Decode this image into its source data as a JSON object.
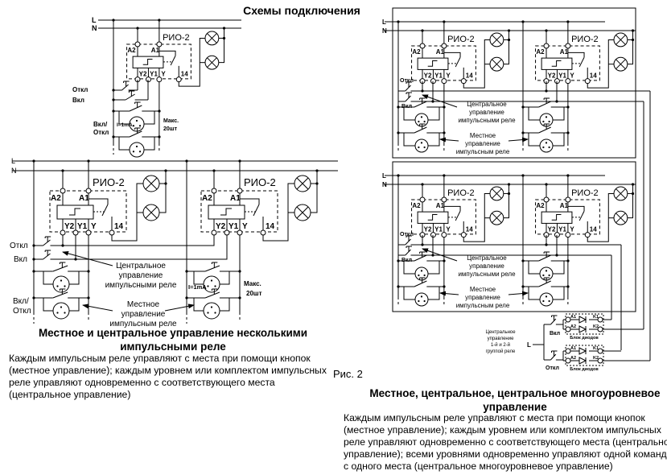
{
  "title": "Схемы подключения",
  "labels": {
    "L": "L",
    "N": "N",
    "relay": "РИО-2",
    "A2": "A2",
    "A1": "A1",
    "Y2": "Y2",
    "Y1": "Y1",
    "Y": "Y",
    "t14": "14",
    "off": "Откл",
    "on": "Вкл",
    "onoff1": "Вкл/",
    "onoff2": "Откл",
    "current": "I=1mA",
    "max1": "Макс.",
    "max2": "20шт",
    "K1": "K1",
    "K2": "K2",
    "diode_block": "Блок диодов"
  },
  "annotations": {
    "central": [
      "Центральное",
      "управление",
      "импульсными реле"
    ],
    "local": [
      "Местное",
      "управление",
      "импульсным реле"
    ],
    "group": [
      "Центральное",
      "управление",
      "1-й и 2-й",
      "группой реле"
    ]
  },
  "figure_label": "Рис. 2",
  "left_caption": {
    "title": [
      "Местное и центральное управление несколькими",
      "импульсными реле"
    ],
    "lines": [
      "Каждым импульсным реле управляют с места при помощи кнопок",
      "(местное управление); каждым уровнем или комплектом импульсных",
      "реле управляют одновременно с соответствующего места",
      "(центральное управление)"
    ]
  },
  "right_caption": {
    "title": [
      "Местное, центральное, центральное многоуровневое",
      "управление"
    ],
    "lines": [
      "Каждым импульсным реле управляют с места при помощи кнопок",
      "(местное управление); каждым уровнем или комплектом импульсных",
      "реле управляют одновременно с соответствующего места (центральное",
      "управление); всеми уровнями одновременно управляют одной командой",
      "с одного места (центральное многоуровневое управление)"
    ]
  }
}
